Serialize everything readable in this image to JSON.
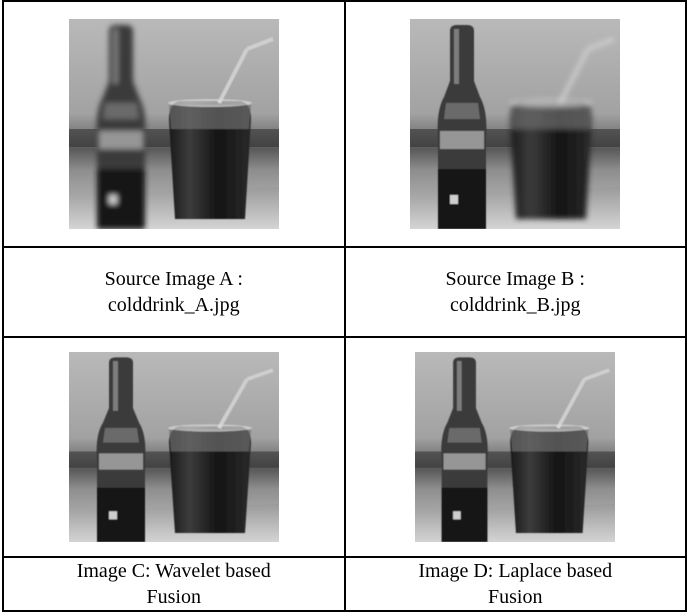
{
  "captions": {
    "a_line1": "Source Image A :",
    "a_line2": "colddrink_A.jpg",
    "b_line1": "Source Image B :",
    "b_line2": "colddrink_B.jpg",
    "c_line1": "Image C: Wavelet based",
    "c_line2": "Fusion",
    "d_line1": "Image D: Laplace based",
    "d_line2": "Fusion"
  }
}
